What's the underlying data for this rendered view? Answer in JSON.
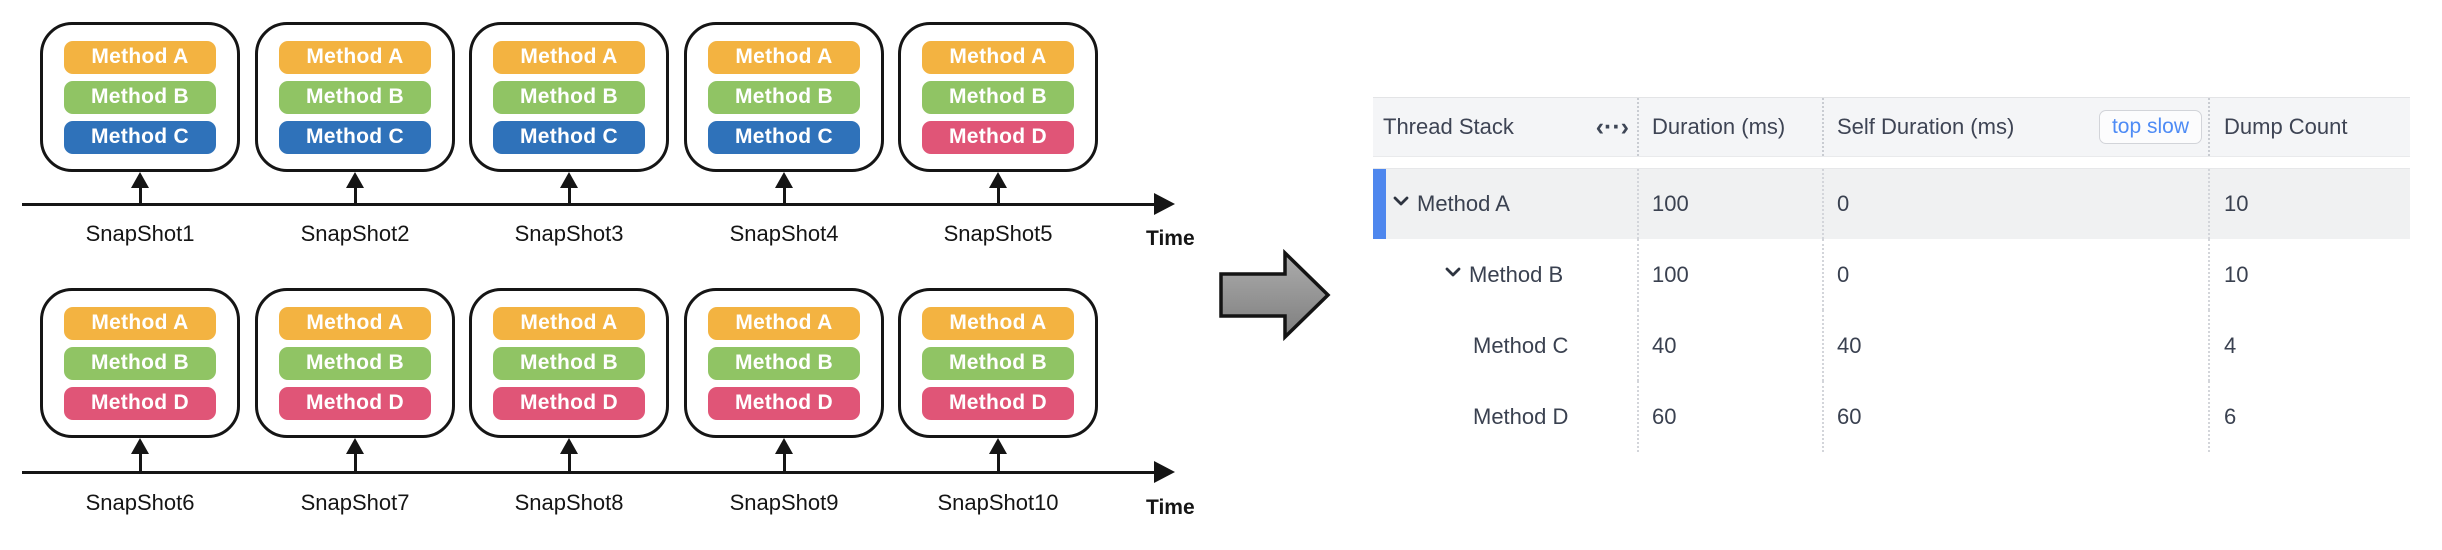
{
  "diagram": {
    "method_colors": {
      "Method A": "#F3B341",
      "Method B": "#90C464",
      "Method C": "#2F72BA",
      "Method D": "#E05577"
    },
    "timelines": [
      {
        "time_label": "Time",
        "snapshots": [
          {
            "name": "SnapShot1",
            "methods": [
              "Method A",
              "Method B",
              "Method C"
            ]
          },
          {
            "name": "SnapShot2",
            "methods": [
              "Method A",
              "Method B",
              "Method C"
            ]
          },
          {
            "name": "SnapShot3",
            "methods": [
              "Method A",
              "Method B",
              "Method C"
            ]
          },
          {
            "name": "SnapShot4",
            "methods": [
              "Method A",
              "Method B",
              "Method C"
            ]
          },
          {
            "name": "SnapShot5",
            "methods": [
              "Method A",
              "Method B",
              "Method D"
            ]
          }
        ]
      },
      {
        "time_label": "Time",
        "snapshots": [
          {
            "name": "SnapShot6",
            "methods": [
              "Method A",
              "Method B",
              "Method D"
            ]
          },
          {
            "name": "SnapShot7",
            "methods": [
              "Method A",
              "Method B",
              "Method D"
            ]
          },
          {
            "name": "SnapShot8",
            "methods": [
              "Method A",
              "Method B",
              "Method D"
            ]
          },
          {
            "name": "SnapShot9",
            "methods": [
              "Method A",
              "Method B",
              "Method D"
            ]
          },
          {
            "name": "SnapShot10",
            "methods": [
              "Method A",
              "Method B",
              "Method D"
            ]
          }
        ]
      }
    ]
  },
  "flow_arrow": {
    "icon": "right-arrow-icon",
    "fill_top": "#ADADAD",
    "fill_bottom": "#7E7E7E"
  },
  "table": {
    "accent_color": "#4E8BF5",
    "selected_bar_color": "#4E87EE",
    "columns": [
      {
        "label": "Thread Stack",
        "icon": "column-resize-icon"
      },
      {
        "label": "Duration (ms)"
      },
      {
        "label": "Self Duration (ms)",
        "badge": "top slow"
      },
      {
        "label": "Dump Count"
      }
    ],
    "rows": [
      {
        "label": "Method A",
        "level": 1,
        "expanded": true,
        "selected": true,
        "duration": "100",
        "self_duration": "0",
        "dump_count": "10"
      },
      {
        "label": "Method B",
        "level": 2,
        "expanded": true,
        "selected": false,
        "duration": "100",
        "self_duration": "0",
        "dump_count": "10"
      },
      {
        "label": "Method C",
        "level": 3,
        "expanded": null,
        "selected": false,
        "duration": "40",
        "self_duration": "40",
        "dump_count": "4"
      },
      {
        "label": "Method D",
        "level": 3,
        "expanded": null,
        "selected": false,
        "duration": "60",
        "self_duration": "60",
        "dump_count": "6"
      }
    ]
  }
}
